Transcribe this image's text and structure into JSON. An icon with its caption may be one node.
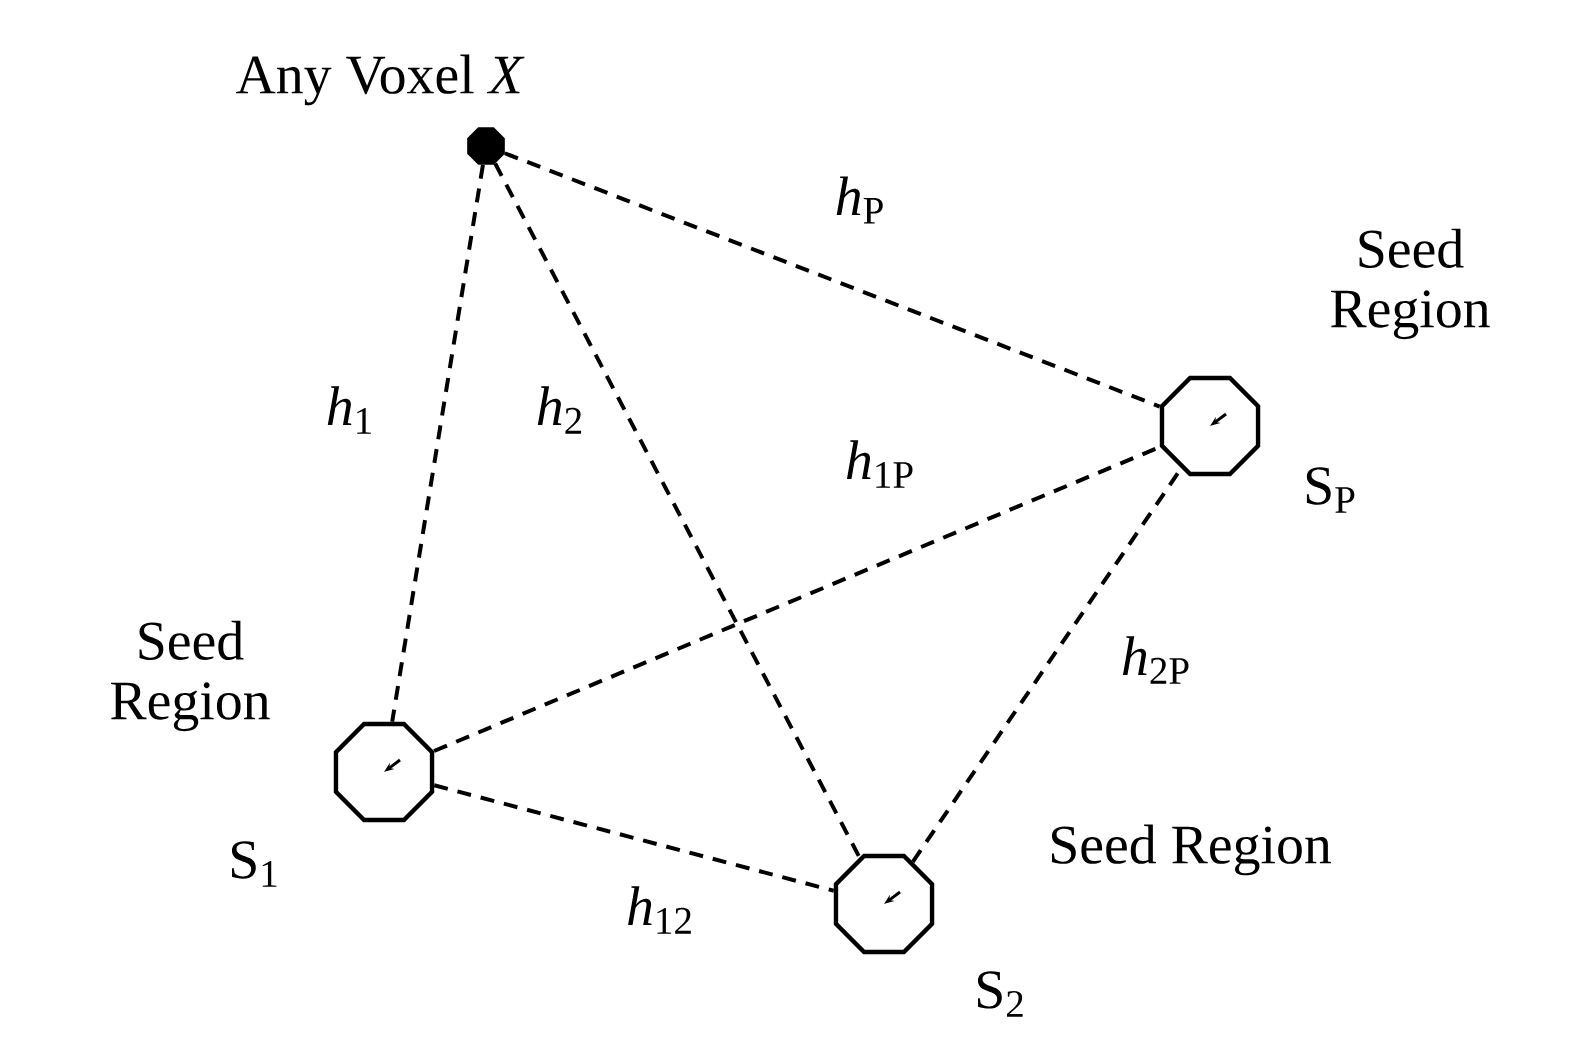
{
  "diagram": {
    "nodes": [
      {
        "text": [],
        "shape": "octagon",
        "beside": [
          "Any Voxel *X*"
        ]
      },
      {
        "text": [],
        "shape": "octagon",
        "beside": [
          "Seed Region",
          "S$_{P}$"
        ]
      },
      {
        "text": [],
        "shape": "octagon",
        "beside": [
          "Seed Region",
          "S$_{1}$"
        ]
      },
      {
        "text": [],
        "shape": "octagon",
        "beside": [
          "Seed Region",
          "S$_{2}$"
        ]
      }
    ],
    "edges": [
      {
        "from": 0,
        "to": 1,
        "arrow": "none",
        "style": "dashed",
        "label": "*h*$_{P}$"
      },
      {
        "from": 0,
        "to": 2,
        "arrow": "none",
        "style": "dashed",
        "label": "*h*$_{1}$"
      },
      {
        "from": 0,
        "to": 3,
        "arrow": "none",
        "style": "dashed",
        "label": "*h*$_{2}$"
      },
      {
        "from": 2,
        "to": 1,
        "arrow": "none",
        "style": "dashed",
        "label": "*h*$_{1P}$"
      },
      {
        "from": 3,
        "to": 1,
        "arrow": "none",
        "style": "dashed",
        "label": "*h*$_{2P}$"
      },
      {
        "from": 2,
        "to": 3,
        "arrow": "none",
        "style": "dashed",
        "label": "*h*$_{12}$"
      }
    ]
  }
}
